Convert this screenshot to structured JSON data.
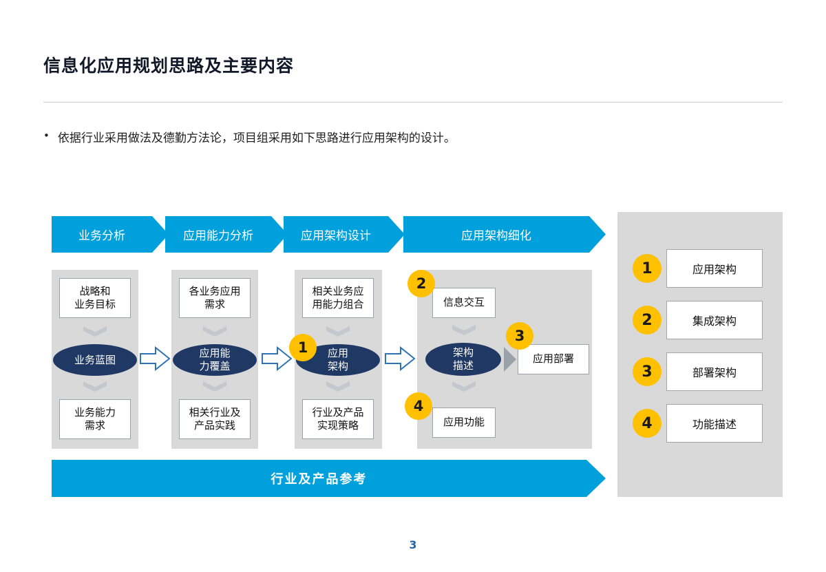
{
  "header": {
    "title": "信息化应用规划思路及主要内容",
    "bullet_marker": "•",
    "bullet_text": "依据行业采用做法及德勤方法论，项目组采用如下思路进行应用架构的设计。"
  },
  "flow": {
    "phases": [
      "业务分析",
      "应用能力分析",
      "应用架构设计",
      "应用架构细化"
    ],
    "col1": {
      "top": "战略和\n业务目标",
      "mid": "业务蓝图",
      "bottom": "业务能力\n需求"
    },
    "col2": {
      "top": "各业务应用\n需求",
      "mid": "应用能\n力覆盖",
      "bottom": "相关行业及\n产品实践"
    },
    "col3": {
      "top": "相关业务应\n用能力组合",
      "mid": "应用\n架构",
      "mid_badge": "1",
      "bottom": "行业及产品\n实现策略"
    },
    "col4": {
      "top": "信息交互",
      "top_badge": "2",
      "mid": "架构\n描述",
      "right": "应用部署",
      "right_badge": "3",
      "bottom": "应用功能",
      "bottom_badge": "4"
    },
    "bottom_banner": "行业及产品参考"
  },
  "legend": {
    "items": [
      {
        "num": "1",
        "label": "应用架构"
      },
      {
        "num": "2",
        "label": "集成架构"
      },
      {
        "num": "3",
        "label": "部署架构"
      },
      {
        "num": "4",
        "label": "功能描述"
      }
    ]
  },
  "footer": {
    "page_number": "3"
  },
  "colors": {
    "accent_blue": "#00a0dc",
    "dark_navy": "#1f3864",
    "badge_yellow": "#ffc000",
    "panel_gray": "#d9d9d9",
    "arrow_outline_blue": "#2e74b5",
    "page_number_blue": "#2464a8"
  }
}
